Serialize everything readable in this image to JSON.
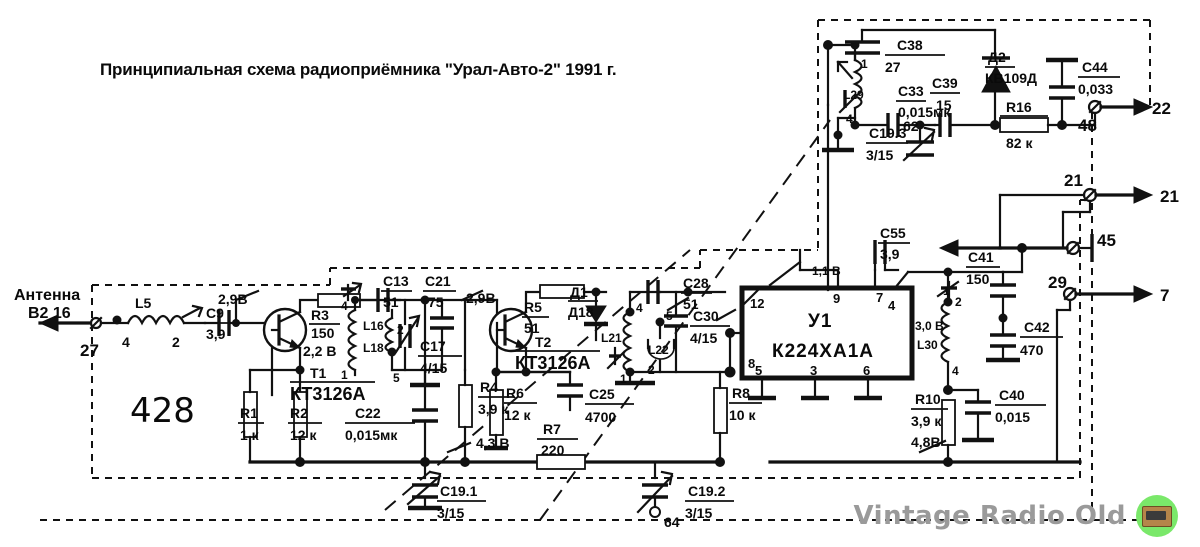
{
  "title": "Принципиальная схема радиоприёмника \"Урал-Авто-2\" 1991 г.",
  "watermark": {
    "text": "Vintage Radio Old",
    "icon": "radio-icon",
    "accent": "#7ae86a",
    "text_color": "#9a9a9a"
  },
  "antenna": {
    "label_line1": "Антенна",
    "label_line2": "B2 16",
    "terminal": "27"
  },
  "block_number": "428",
  "terminals": [
    {
      "name": "terminal-48",
      "pad": "48",
      "out": "22"
    },
    {
      "name": "terminal-21",
      "pad": "21",
      "out": "21"
    },
    {
      "name": "terminal-45",
      "pad": "45",
      "out": ""
    },
    {
      "name": "terminal-29",
      "pad": "29",
      "out": "7"
    }
  ],
  "ic": {
    "ref": "У1",
    "type": "К224ХА1А",
    "pins": [
      "12",
      "9",
      "7",
      "4",
      "8",
      "5",
      "3",
      "6"
    ]
  },
  "transistors": [
    {
      "ref": "T1",
      "type": "КТ3126А",
      "voltage": "2,2 В"
    },
    {
      "ref": "T2",
      "type": "КТ3126А",
      "voltage": ""
    }
  ],
  "diodes": [
    {
      "ref": "Д1",
      "type": "Д18"
    },
    {
      "ref": "Д2",
      "type": "КВ109Д"
    }
  ],
  "resistors": [
    {
      "ref": "R1",
      "value": "1 к"
    },
    {
      "ref": "R2",
      "value": "12 к"
    },
    {
      "ref": "R3",
      "value": "150"
    },
    {
      "ref": "R4",
      "value": "3,9 к"
    },
    {
      "ref": "R5",
      "value": "51"
    },
    {
      "ref": "R6",
      "value": "12 к"
    },
    {
      "ref": "R7",
      "value": "220"
    },
    {
      "ref": "R8",
      "value": "10 к"
    },
    {
      "ref": "R10",
      "value": "3,9 к"
    },
    {
      "ref": "R16",
      "value": "82 к"
    }
  ],
  "capacitors": [
    {
      "ref": "C9",
      "value": "3,9"
    },
    {
      "ref": "C13",
      "value": "51"
    },
    {
      "ref": "C17",
      "value": "4/15"
    },
    {
      "ref": "C21",
      "value": "75"
    },
    {
      "ref": "C22",
      "value": "0,015мк"
    },
    {
      "ref": "C25",
      "value": "4700"
    },
    {
      "ref": "C28",
      "value": "51"
    },
    {
      "ref": "C30",
      "value": "4/15"
    },
    {
      "ref": "C33",
      "value": "0,015мк"
    },
    {
      "ref": "C38",
      "value": "27"
    },
    {
      "ref": "C39",
      "value": "15"
    },
    {
      "ref": "C40",
      "value": "0,015"
    },
    {
      "ref": "C41",
      "value": "150"
    },
    {
      "ref": "C42",
      "value": "470"
    },
    {
      "ref": "C44",
      "value": "0,033"
    },
    {
      "ref": "C55",
      "value": "3,9"
    },
    {
      "ref": "C19.1",
      "value": "3/15"
    },
    {
      "ref": "C19.2",
      "value": "3/15"
    },
    {
      "ref": "C19.3",
      "value": "3/15"
    }
  ],
  "inductors": [
    {
      "ref": "L5",
      "taps": [
        "4",
        "2"
      ]
    },
    {
      "ref": "L16",
      "taps": [
        "4",
        "1"
      ]
    },
    {
      "ref": "L18",
      "taps": [
        "2",
        "5"
      ]
    },
    {
      "ref": "L21",
      "taps": [
        "4",
        "1"
      ]
    },
    {
      "ref": "L22",
      "taps": [
        "5",
        "2"
      ]
    },
    {
      "ref": "L29",
      "taps": [
        "1",
        "4"
      ]
    },
    {
      "ref": "L30",
      "taps": [
        "1",
        "2",
        "4"
      ]
    }
  ],
  "voltages": [
    {
      "name": "v-base-t1",
      "value": "2,9B"
    },
    {
      "name": "v-emit-t1",
      "value": "2,2 В"
    },
    {
      "name": "v-base-t2",
      "value": "2,9B"
    },
    {
      "name": "v-emit-t2",
      "value": "4,3 B"
    },
    {
      "name": "v-ic-pin9",
      "value": "1,1 B"
    },
    {
      "name": "v-ic-pin4",
      "value": "3,0 B"
    },
    {
      "name": "v-r10",
      "value": "4,8B"
    }
  ],
  "misc_numbers": [
    {
      "name": "num-62",
      "value": "62"
    },
    {
      "name": "num-64",
      "value": "64"
    }
  ]
}
